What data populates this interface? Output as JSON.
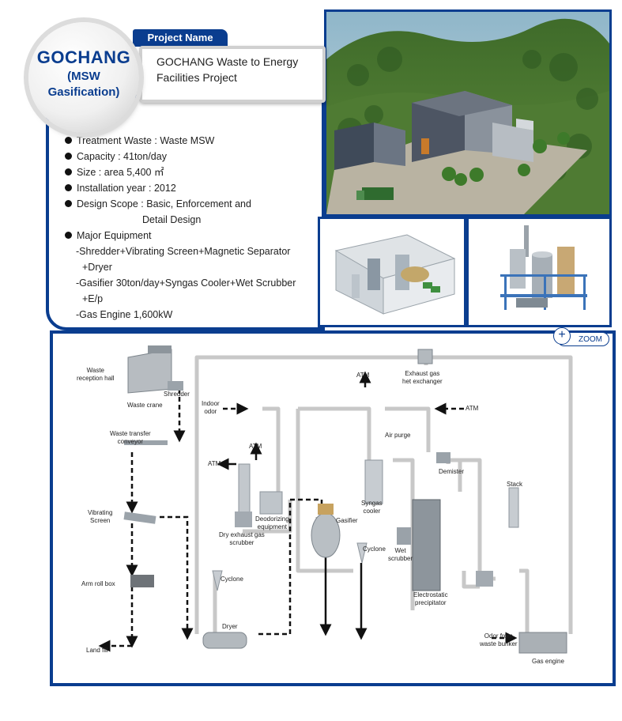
{
  "badge": {
    "city": "GOCHANG",
    "type_line1": "(MSW",
    "type_line2": "Gasification)"
  },
  "project": {
    "tab_label": "Project Name",
    "name_line1": "GOCHANG Waste to Energy",
    "name_line2": "Facilities Project"
  },
  "specs": {
    "treatment": "Treatment Waste : Waste MSW",
    "capacity": "Capacity : 41ton/day",
    "size": "Size :  area 5,400 ㎡",
    "year": "Installation year : 2012",
    "scope_line1": "Design Scope : Basic, Enforcement and",
    "scope_line2": "Detail Design",
    "major": "Major Equipment",
    "eq1_line1": "-Shredder+Vibrating Screen+Magnetic Separator",
    "eq1_line2": "+Dryer",
    "eq2_line1": "-Gasifier 30ton/day+Syngas Cooler+Wet Scrubber",
    "eq2_line2": "+E/p",
    "eq3": "-Gas Engine 1,600kW"
  },
  "zoom_label": "ZOOM",
  "diagram_labels": {
    "waste_reception_hall": "Waste\nreception hall",
    "shredder": "Shredder",
    "waste_crane": "Waste crane",
    "waste_transfer_conveyor": "Waste transfer\nconveyor",
    "vibrating_screen": "Vibrating\nScreen",
    "arm_roll_box": "Arm roll box",
    "land_fill": "Land fill",
    "indoor_odor": "Indoor\nodor",
    "atm_1": "ATM",
    "atm_2": "ATM",
    "atm_3": "ATM",
    "atm_4": "ATM",
    "exhaust_gas_het_exchanger": "Exhaust gas\nhet exchanger",
    "air_purge": "Air purge",
    "dry_exhaust_gas_scrubber": "Dry exhaust gas\nscrubber",
    "deodorizing_equipment": "Deodorizing\nequipment",
    "gasifier": "Gasifier",
    "syngas_cooler": "Syngas\ncooler",
    "cyclone_1": "Cyclone",
    "cyclone_2": "Cyclone",
    "wet_scrubber": "Wet\nscrubber",
    "demister": "Demister",
    "stack": "Stack",
    "electrostatic_precipitator": "Electrostatic\nprecipitator",
    "dryer": "Dryer",
    "odor_from_waste_bunker": "Odor from\nwaste bunker",
    "gas_engine": "Gas engine"
  },
  "colors": {
    "brand_blue": "#0a3d8f",
    "pipe": "#c8c8c8",
    "flow_dash": "#111111"
  }
}
